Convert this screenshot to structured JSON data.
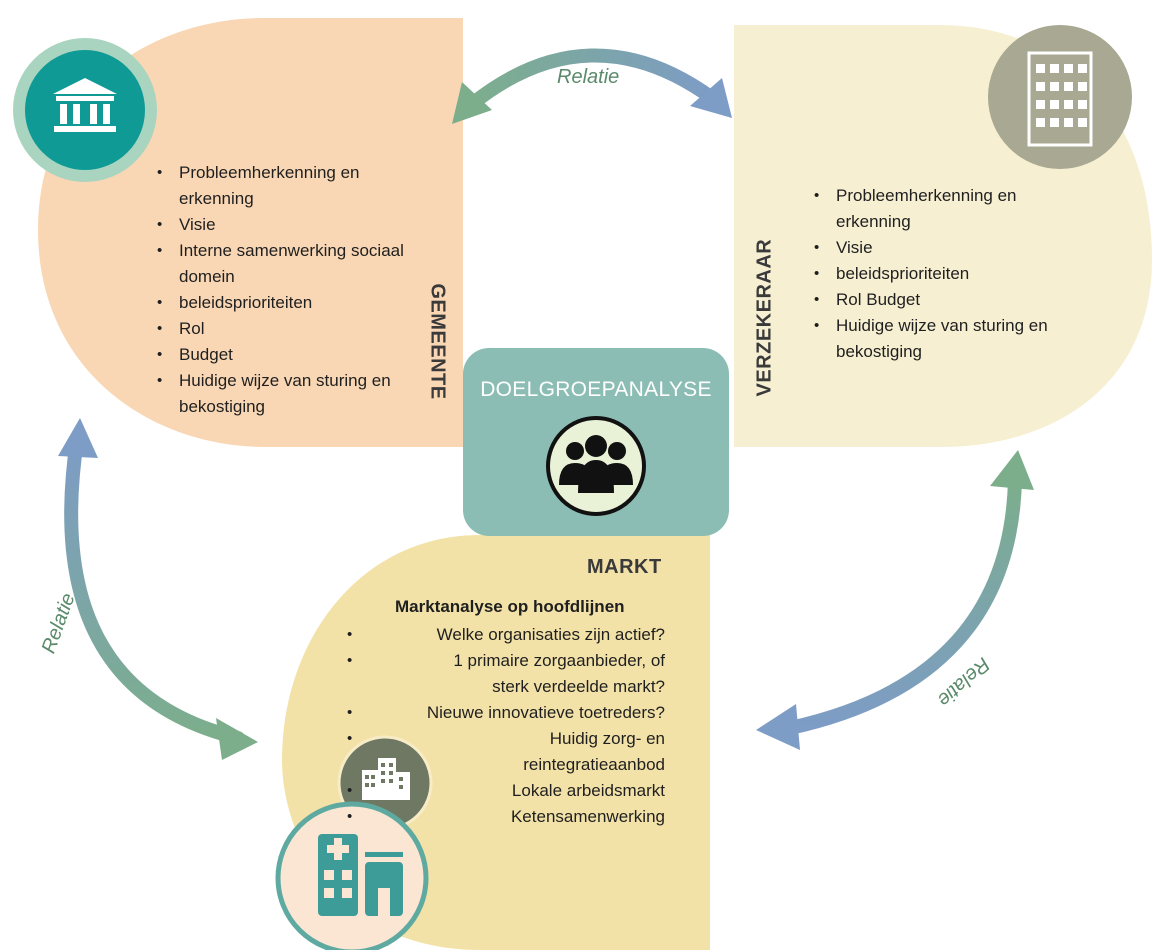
{
  "center": {
    "title": "DOELGROEPANALYSE",
    "icon": "people-group-icon"
  },
  "gemeente": {
    "label": "GEMEENTE",
    "icon": "government-building-icon",
    "items": [
      "Probleemherkenning en erkenning",
      "Visie",
      "Interne samenwerking sociaal domein",
      "beleidsprioriteiten",
      "Rol",
      "Budget",
      "Huidige wijze van sturing en bekostiging"
    ]
  },
  "verzekeraar": {
    "label": "VERZEKERAAR",
    "icon": "office-building-icon",
    "items": [
      "Probleemherkenning en erkenning",
      "Visie",
      "beleidsprioriteiten",
      "Rol Budget",
      "Huidige wijze van sturing en bekostiging"
    ]
  },
  "markt": {
    "label": "MARKT",
    "heading": "Marktanalyse op hoofdlijnen",
    "icons": [
      "office-buildings-icon",
      "hospital-icon"
    ],
    "items": [
      "Welke organisaties zijn actief?",
      "1 primaire zorgaanbieder, of sterk verdeelde markt?",
      "Nieuwe innovatieve toetreders?",
      "Huidig zorg- en reintegratieaanbod",
      "Lokale arbeidsmarkt",
      "Ketensamenwerking"
    ]
  },
  "relations": {
    "top": "Relatie",
    "left": "Relatie",
    "right": "Relatie"
  },
  "colors": {
    "gemeente": "#f9d7b4",
    "verzekeraar": "#f6efd2",
    "markt": "#f3e2a8",
    "center": "#8bbdb4",
    "teal": "#0f9a96",
    "arrow_blue": "#7d9cc6",
    "arrow_green": "#7cae8c"
  }
}
